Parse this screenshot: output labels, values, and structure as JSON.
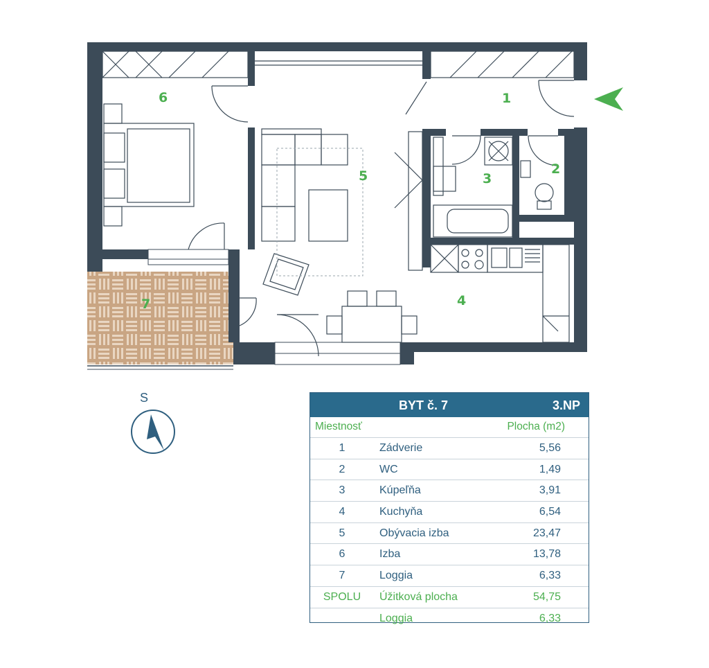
{
  "rooms": [
    {
      "id": "1",
      "label": "1"
    },
    {
      "id": "2",
      "label": "2"
    },
    {
      "id": "3",
      "label": "3"
    },
    {
      "id": "4",
      "label": "4"
    },
    {
      "id": "5",
      "label": "5"
    },
    {
      "id": "6",
      "label": "6"
    },
    {
      "id": "7",
      "label": "7"
    }
  ],
  "compass": {
    "label": "S"
  },
  "table": {
    "title": "BYT č. 7",
    "floor": "3.NP",
    "col_room": "Miestnosť",
    "col_area": "Plocha (m2)",
    "rows": [
      {
        "n": "1",
        "name": "Zádverie",
        "val": "5,56"
      },
      {
        "n": "2",
        "name": "WC",
        "val": "1,49"
      },
      {
        "n": "3",
        "name": "Kúpeľňa",
        "val": "3,91"
      },
      {
        "n": "4",
        "name": "Kuchyňa",
        "val": "6,54"
      },
      {
        "n": "5",
        "name": "Obývacia izba",
        "val": "23,47"
      },
      {
        "n": "6",
        "name": "Izba",
        "val": "13,78"
      },
      {
        "n": "7",
        "name": "Loggia",
        "val": "6,33"
      }
    ],
    "total": {
      "n": "SPOLU",
      "name": "Úžitková plocha",
      "val": "54,75"
    },
    "loggia": {
      "n": "",
      "name": "Loggia",
      "val": "6,33"
    }
  },
  "colors": {
    "wall": "#3c4b58",
    "accent": "#2a6a8c",
    "green": "#4caf50",
    "loggia": "#cfae8e"
  }
}
